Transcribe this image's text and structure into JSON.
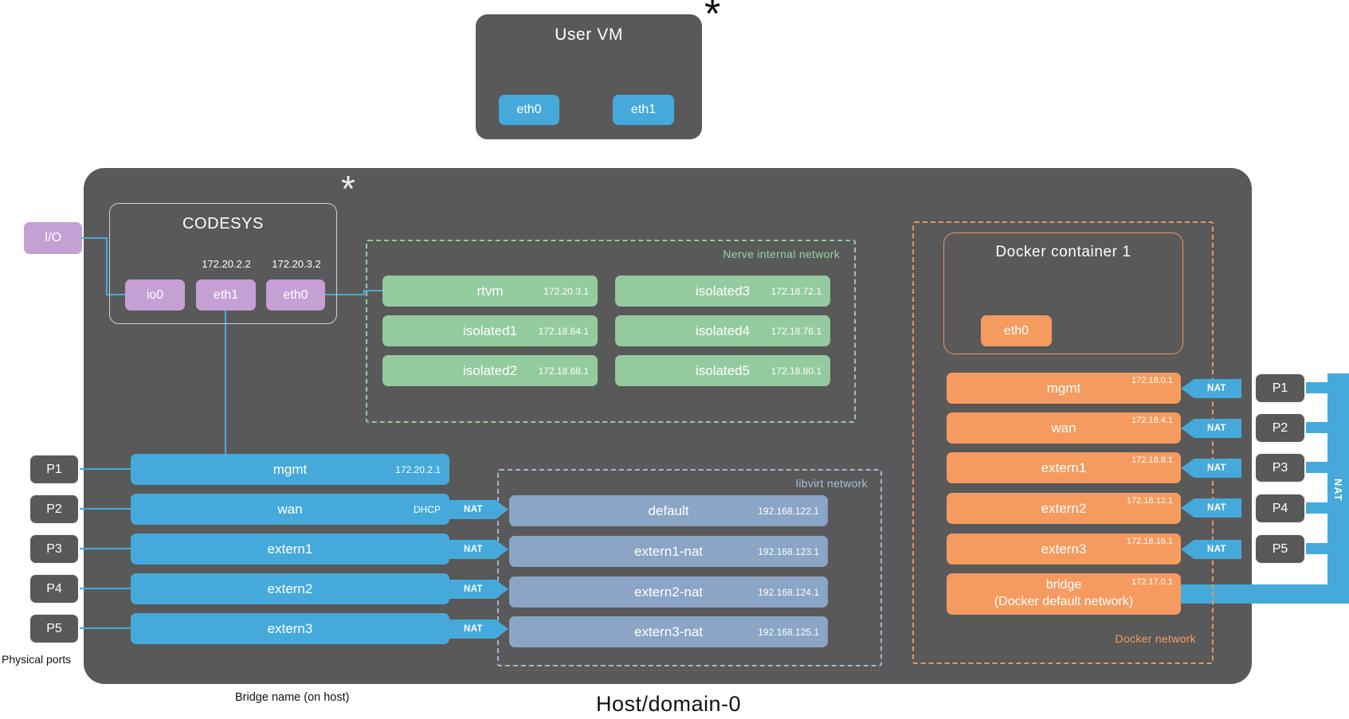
{
  "colors": {
    "panel_gray": "#595959",
    "blue": "#45AADB",
    "purple": "#C5A0D5",
    "green": "#93CB9E",
    "slate_blue": "#8BA5C6",
    "orange": "#F59B5F"
  },
  "asterisk": "*",
  "nat_label": "NAT",
  "user_vm": {
    "title": "User VM",
    "nics": [
      {
        "label": "eth0"
      },
      {
        "label": "eth1"
      }
    ]
  },
  "io_module": {
    "label": "I/O"
  },
  "codesys": {
    "title": "CODESYS",
    "nics": [
      {
        "label": "io0"
      },
      {
        "label": "eth1",
        "ip": "172.20.2.2"
      },
      {
        "label": "eth0",
        "ip": "172.20.3.2"
      }
    ]
  },
  "nerve_network": {
    "label": "Nerve internal network",
    "col1": [
      {
        "name": "rtvm",
        "ip": "172.20.3.1"
      },
      {
        "name": "isolated1",
        "ip": "172.18.64.1"
      },
      {
        "name": "isolated2",
        "ip": "172.18.68.1"
      }
    ],
    "col2": [
      {
        "name": "isolated3",
        "ip": "172.18.72.1"
      },
      {
        "name": "isolated4",
        "ip": "172.18.76.1"
      },
      {
        "name": "isolated5",
        "ip": "172.18.80.1"
      }
    ]
  },
  "host_bridges": [
    {
      "name": "mgmt",
      "info": "172.20.2.1"
    },
    {
      "name": "wan",
      "info": "DHCP"
    },
    {
      "name": "extern1"
    },
    {
      "name": "extern2"
    },
    {
      "name": "extern3"
    }
  ],
  "libvirt_network": {
    "label": "libvirt network",
    "items": [
      {
        "name": "default",
        "ip": "192.168.122.1"
      },
      {
        "name": "extern1-nat",
        "ip": "192.168.123.1"
      },
      {
        "name": "extern2-nat",
        "ip": "192.168.124.1"
      },
      {
        "name": "extern3-nat",
        "ip": "192.168.125.1"
      }
    ]
  },
  "docker": {
    "network_label": "Docker network",
    "container_title": "Docker container 1",
    "container_nic": "eth0",
    "bridges": [
      {
        "name": "mgmt",
        "ip": "172.18.0.1"
      },
      {
        "name": "wan",
        "ip": "172.18.4.1"
      },
      {
        "name": "extern1",
        "ip": "172.18.8.1"
      },
      {
        "name": "extern2",
        "ip": "172.18.12.1"
      },
      {
        "name": "extern3",
        "ip": "172.18.16.1"
      }
    ],
    "default_bridge": {
      "name": "bridge",
      "subtitle": "(Docker default network)",
      "ip": "172.17.0.1"
    }
  },
  "physical_ports": {
    "label": "Physical ports",
    "left": [
      "P1",
      "P2",
      "P3",
      "P4",
      "P5"
    ],
    "right": [
      "P1",
      "P2",
      "P3",
      "P4",
      "P5"
    ]
  },
  "footer": {
    "bridge_note": "Bridge name (on host)",
    "host_title": "Host/domain-0"
  }
}
